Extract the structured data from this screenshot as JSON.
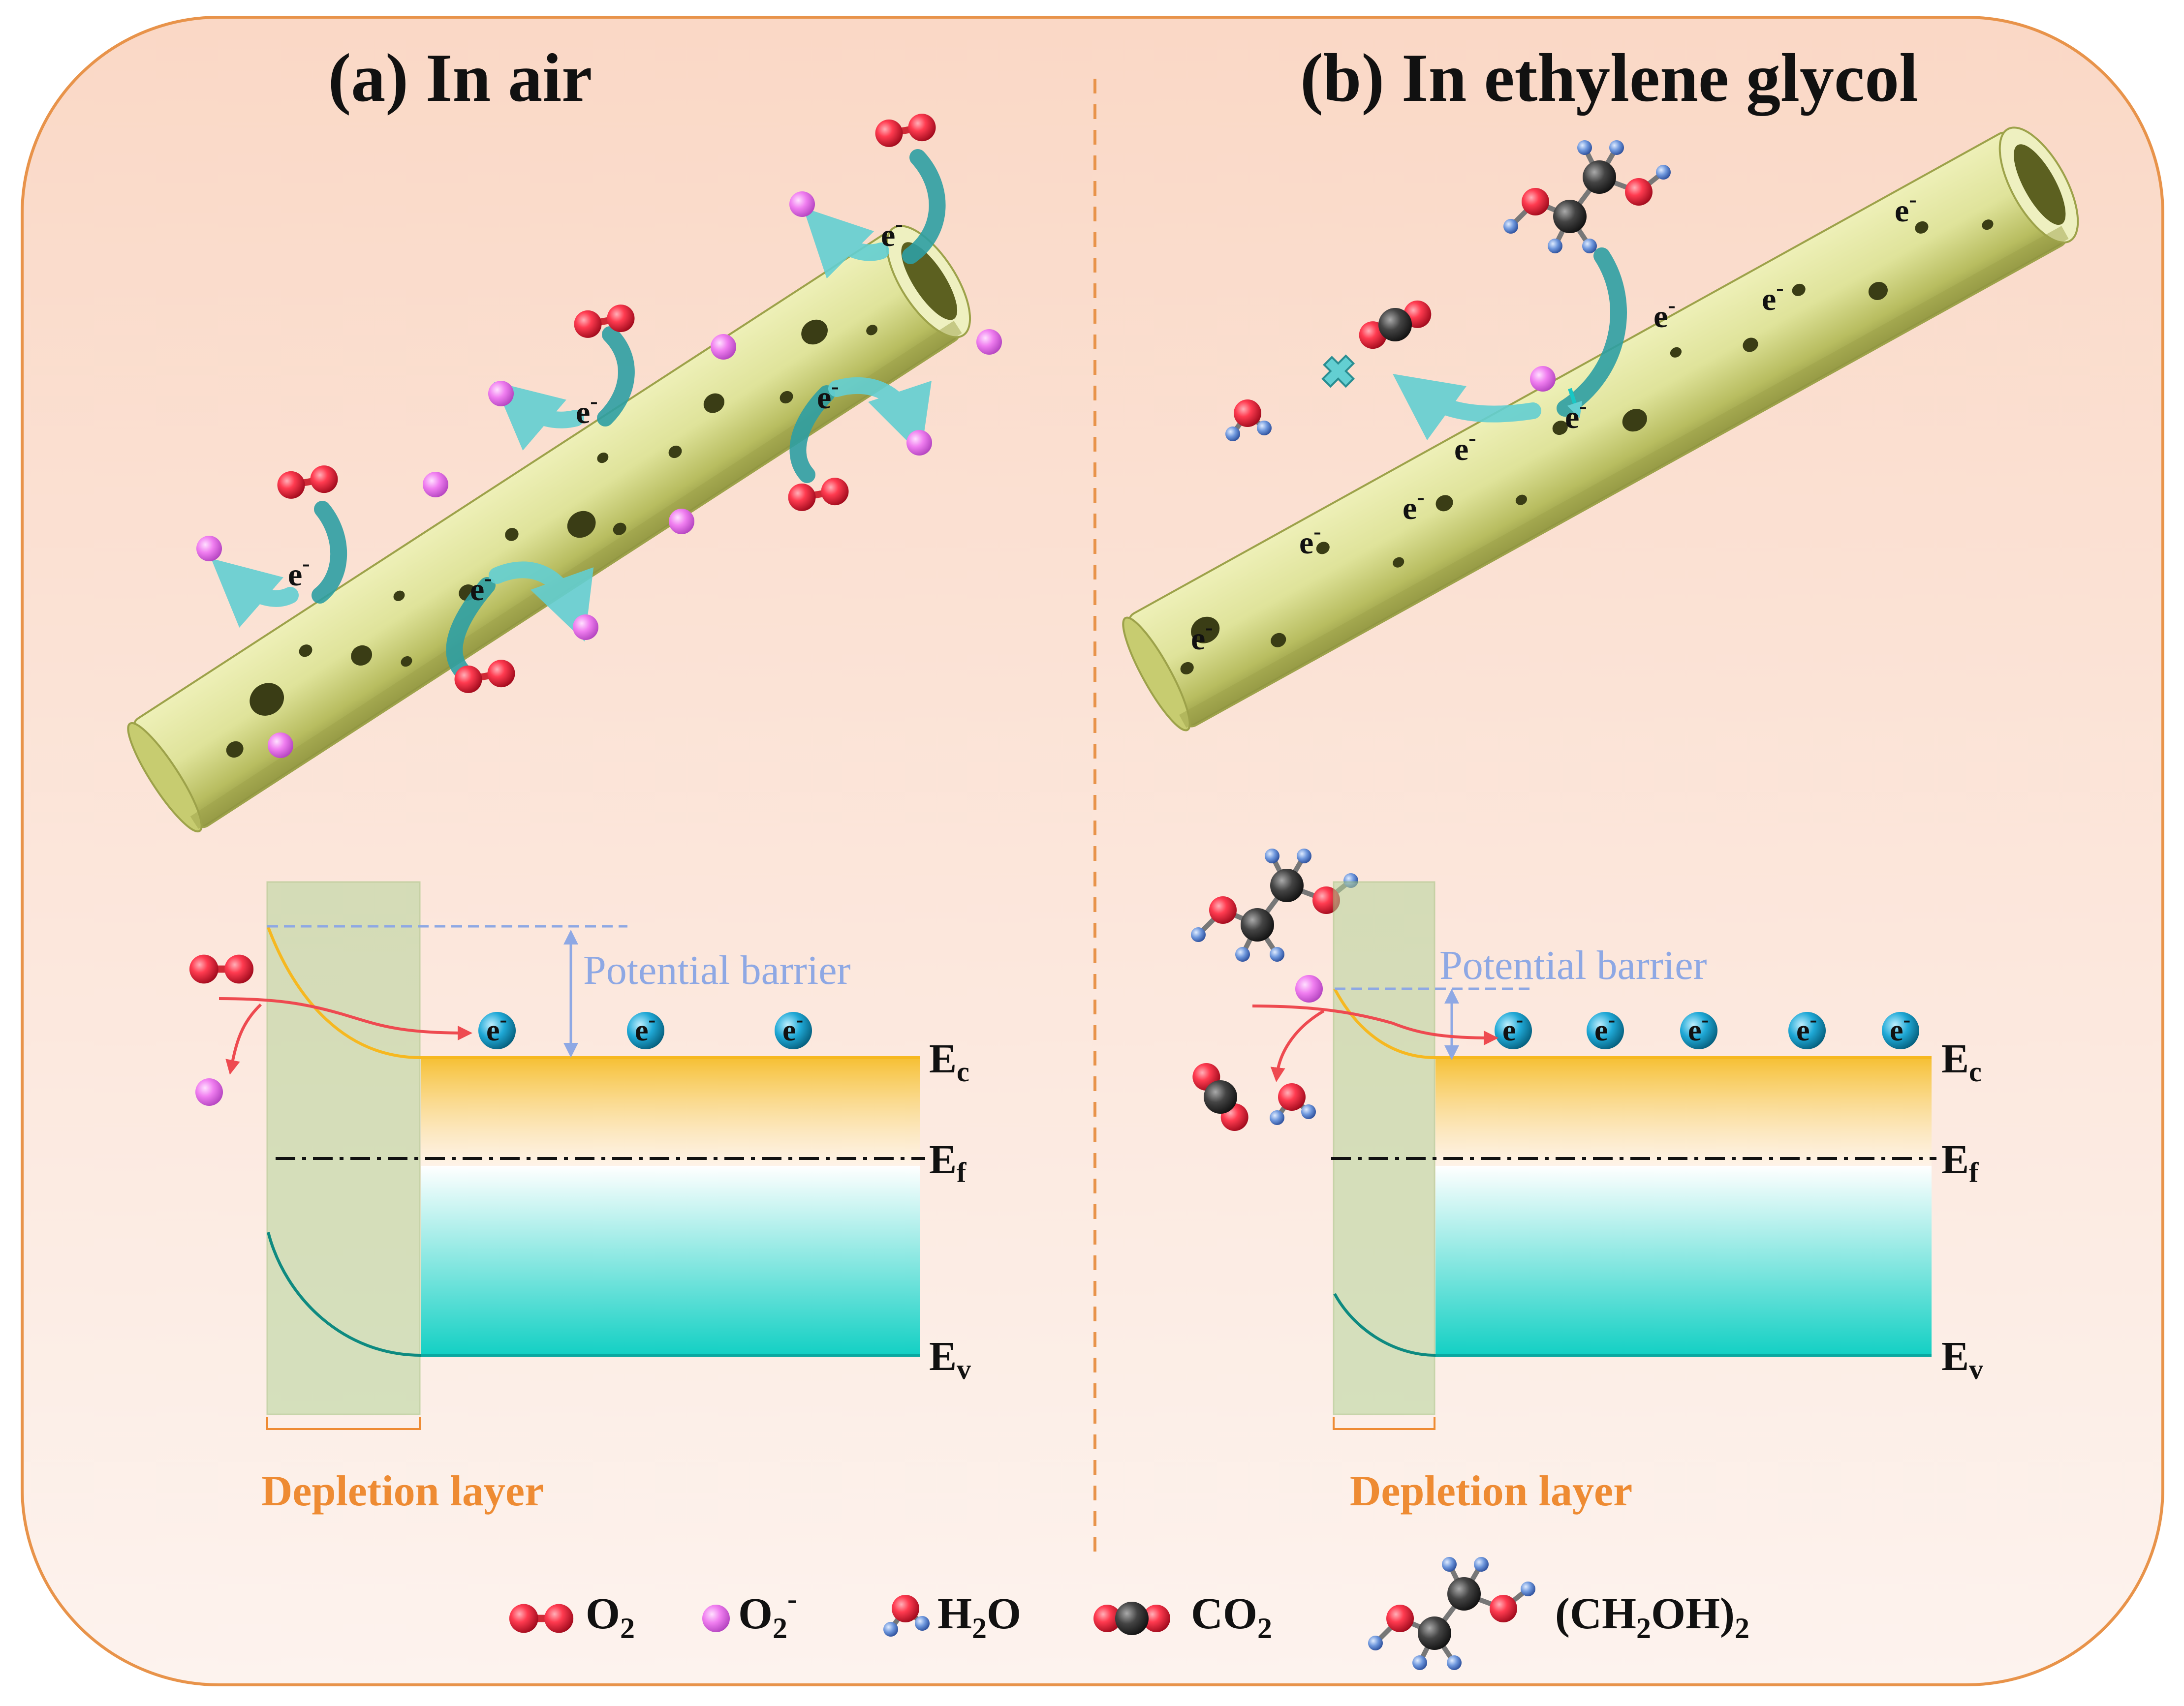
{
  "panels": {
    "a": {
      "title": "(a) In air"
    },
    "b": {
      "title": "(b) In ethylene glycol"
    }
  },
  "labels": {
    "electron": "e",
    "electron_sup": "-",
    "potential_barrier": "Potential barrier",
    "depletion_layer": "Depletion layer",
    "ec_main": "E",
    "ec_sub": "c",
    "ef_main": "E",
    "ef_sub": "f",
    "ev_main": "E",
    "ev_sub": "v"
  },
  "legend": {
    "o2_main": "O",
    "o2_sub": "2",
    "o2m_main": "O",
    "o2m_sub": "2",
    "o2m_sup": "-",
    "h2o_a": "H",
    "h2o_sub": "2",
    "h2o_b": "O",
    "co2_main": "CO",
    "co2_sub": "2",
    "eg_a": "(CH",
    "eg_sub1": "2",
    "eg_b": "OH)",
    "eg_sub2": "2"
  },
  "colors": {
    "background_top": "#fad8c6",
    "background_bottom": "#fdf3ee",
    "frame": "#e8934a",
    "divider": "#e8934a",
    "tube": "#dfe39a",
    "tube_dark": "#9da24a",
    "oxygen_red": "#e8233a",
    "superoxide_pink": "#f07ef0",
    "carbon_gray": "#444444",
    "hydrogen_blue": "#6d96dc",
    "arrow_cyan": "#63cfd2",
    "arrow_dark_cyan": "#2e9fa3",
    "electron_blue": "#1fa8d6",
    "conduction_gold": "#f6c033",
    "valence_teal": "#13d0c4",
    "barrier_blue": "#8ea8e4",
    "depletion_green": "#b6d49a",
    "depletion_text": "#ee8b33",
    "reaction_red": "#ee4a50"
  }
}
